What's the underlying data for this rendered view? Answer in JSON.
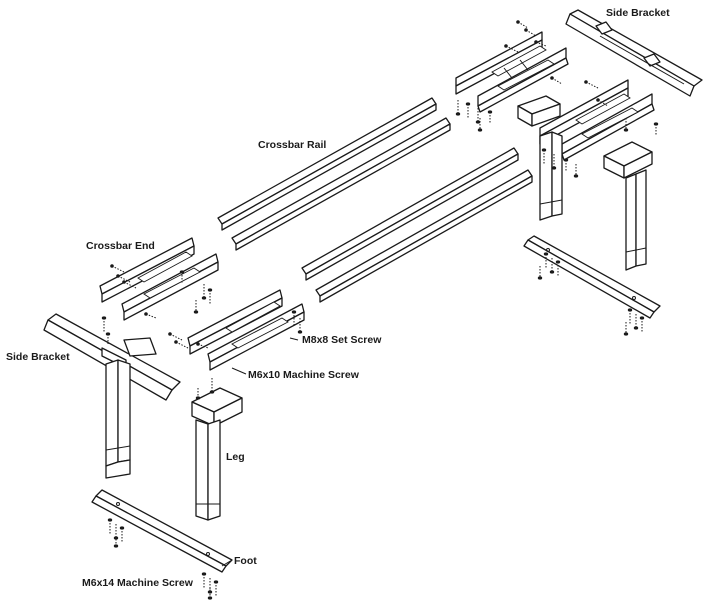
{
  "labels": {
    "side_bracket_top": "Side Bracket",
    "crossbar_rail": "Crossbar Rail",
    "crossbar_end": "Crossbar End",
    "side_bracket_left": "Side Bracket",
    "m8x8_set_screw": "M8x8 Set Screw",
    "m6x10_machine_screw": "M6x10 Machine Screw",
    "leg": "Leg",
    "foot": "Foot",
    "m6x14_machine_screw": "M6x14 Machine Screw"
  },
  "colors": {
    "ink": "#1a1a1a",
    "background": "#ffffff"
  },
  "icons": [
    "screw-icon"
  ]
}
